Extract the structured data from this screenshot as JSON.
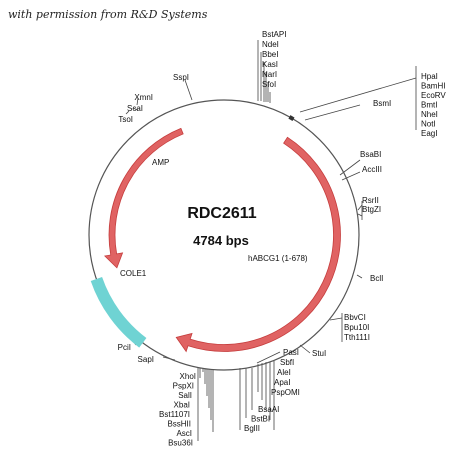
{
  "credit": "with permission from R&D Systems",
  "plasmid": {
    "name": "RDC2611",
    "size": "4784 bps"
  },
  "colors": {
    "backbone": "#555555",
    "gene_arrow": "#e06363",
    "gene_arrow_stroke": "#c53d3d",
    "origin": "#6fd3d3",
    "origin_stroke": "#3fb6b6"
  },
  "features": [
    {
      "key": "amp",
      "label": "AMP",
      "type": "arrow"
    },
    {
      "key": "habcg1",
      "label": "hABCG1 (1-678)",
      "type": "arrow"
    },
    {
      "key": "cole1",
      "label": "COLE1",
      "type": "block"
    }
  ],
  "site_groups": [
    {
      "key": "top",
      "names": [
        "BstAPI",
        "NdeI",
        "BbeI",
        "KasI",
        "NarI",
        "SfoI"
      ]
    },
    {
      "key": "right_cluster",
      "names": [
        "HpaI",
        "BamHI",
        "EcoRV",
        "BmtI",
        "NheI",
        "NotI",
        "EagI"
      ]
    },
    {
      "key": "bsmi",
      "names": [
        "BsmI"
      ]
    },
    {
      "key": "bsabi",
      "names": [
        "BsaBI"
      ]
    },
    {
      "key": "acciii",
      "names": [
        "AccIII"
      ]
    },
    {
      "key": "rsrii",
      "names": [
        "RsrII",
        "BtgZI"
      ]
    },
    {
      "key": "bcli",
      "names": [
        "BclI"
      ]
    },
    {
      "key": "bbvci",
      "names": [
        "BbvCI",
        "Bpu10I",
        "Tth111I"
      ]
    },
    {
      "key": "stui",
      "names": [
        "StuI"
      ]
    },
    {
      "key": "pasi",
      "names": [
        "PasI",
        "SbfI",
        "AleI",
        "ApaI",
        "PspOMI"
      ]
    },
    {
      "key": "bsaai",
      "names": [
        "BsaAI",
        "BstBI",
        "BglII"
      ]
    },
    {
      "key": "xhoi",
      "names": [
        "XhoI",
        "PspXI",
        "SalI",
        "XbaI",
        "Bst1107I",
        "BssHII",
        "AscI",
        "Bsu36I"
      ]
    },
    {
      "key": "sapi",
      "names": [
        "SapI"
      ]
    },
    {
      "key": "pcii",
      "names": [
        "PciI"
      ]
    },
    {
      "key": "xmni",
      "names": [
        "XmnI",
        "ScaI",
        "TsoI"
      ]
    },
    {
      "key": "sspi",
      "names": [
        "SspI"
      ]
    }
  ]
}
